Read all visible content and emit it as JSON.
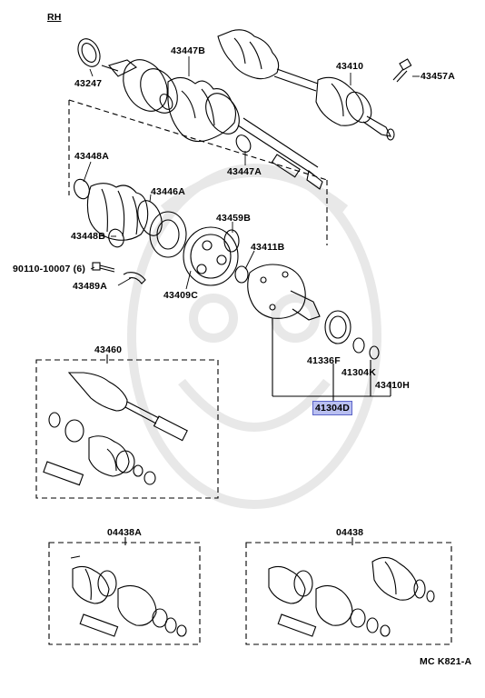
{
  "side_label": "RH",
  "figure_code": "MC K821-A",
  "parts": {
    "p43247": "43247",
    "p43447B": "43447B",
    "p43410a": "43410",
    "p43457A": "43457A",
    "p43447A": "43447A",
    "p43448A": "43448A",
    "p43446A": "43446A",
    "p43448B": "43448B",
    "p43459B": "43459B",
    "p43411B": "43411B",
    "p90110": "90110-10007 (6)",
    "p43489A": "43489A",
    "p43409C": "43409C",
    "p41336F": "41336F",
    "p41304K": "41304K",
    "p43410H": "43410H",
    "p41304D": "41304D",
    "p43460": "43460",
    "p04438A": "04438A",
    "p04438": "04438"
  },
  "colors": {
    "line": "#000000",
    "highlight": "#b9bff0",
    "highlight_border": "#5a63c8",
    "watermark": "#e6e6e6"
  }
}
